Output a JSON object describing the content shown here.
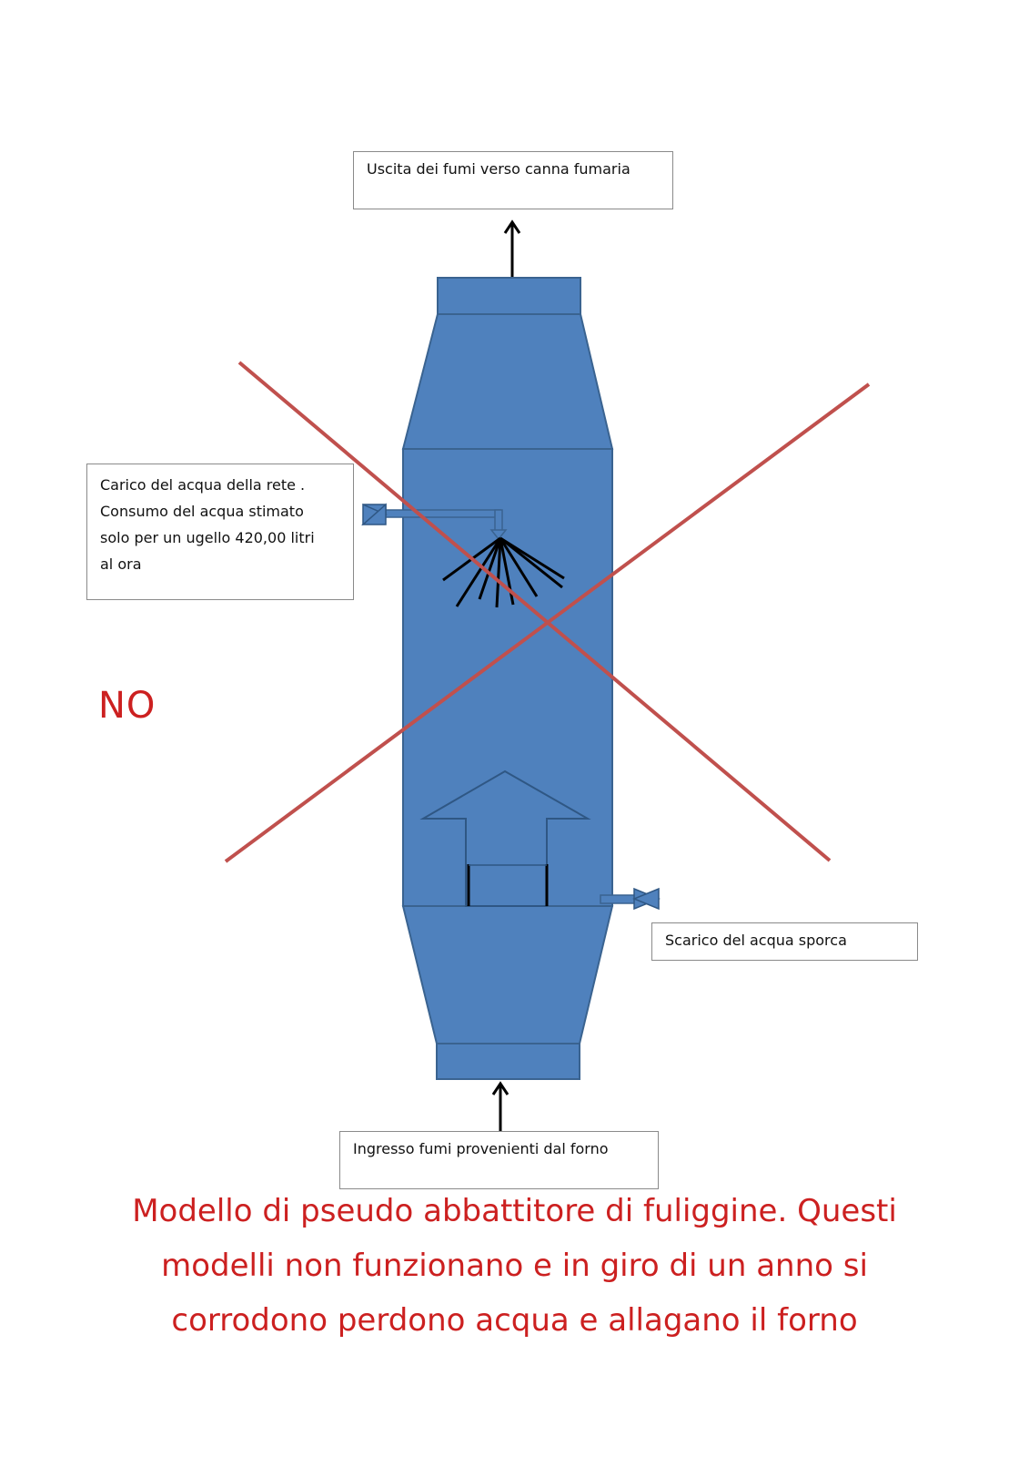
{
  "labels": {
    "exit": "Uscita dei fumi verso canna fumaria",
    "inlet_lines": [
      "Carico  del acqua  della rete .",
      "Consumo del acqua stimato",
      "solo per un ugello 420,00 litri",
      "al ora"
    ],
    "drain": "Scarico del acqua  sporca",
    "smoke_in": "Ingresso fumi provenienti dal forno"
  },
  "verdict": "NO",
  "caption_lines": [
    "Modello di pseudo abbattitore di fuliggine. Questi",
    "modelli non funzionano e in giro di un anno si",
    "corrodono perdono acqua e allagano il forno"
  ],
  "colors": {
    "body_fill": "#4f81bd",
    "body_stroke": "#3a6390",
    "cross": "#c0504d",
    "text_red": "#cc2020"
  }
}
